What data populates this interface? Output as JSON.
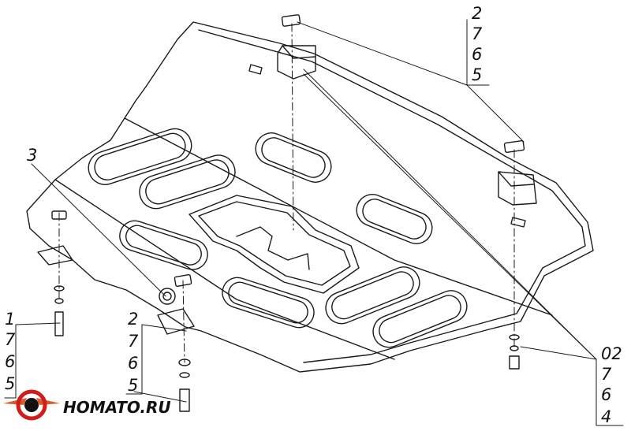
{
  "diagram": {
    "callouts": {
      "top_right": [
        "2",
        "7",
        "6",
        "5"
      ],
      "left_bottom": [
        "1",
        "7",
        "6",
        "5"
      ],
      "center_bottom": [
        "2",
        "7",
        "6",
        "5"
      ],
      "right_bottom": [
        "02",
        "7",
        "6",
        "4"
      ],
      "part_3": "3"
    }
  },
  "logo": {
    "text": "HOMATO.RU",
    "colors": {
      "ring": "#d01c1c",
      "wing": "#e2552a",
      "core": "#111111"
    }
  }
}
